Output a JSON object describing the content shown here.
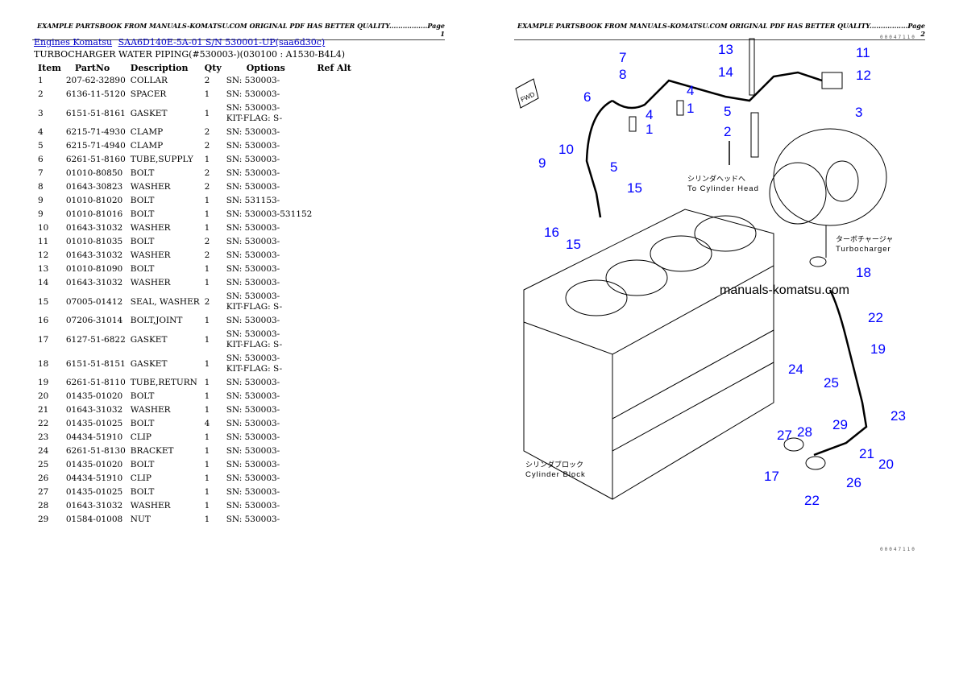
{
  "page1_header": "EXAMPLE PARTSBOOK FROM MANUALS-KOMATSU.COM ORIGINAL PDF HAS BETTER QUALITY.................Page 1",
  "page2_header": "EXAMPLE PARTSBOOK FROM MANUALS-KOMATSU.COM ORIGINAL PDF HAS BETTER QUALITY.................Page 2",
  "breadcrumb": [
    {
      "label": "Engines Komatsu"
    },
    {
      "label": "SAA6D140E-5A-01 S/N 530001-UP(saa6d30c)"
    }
  ],
  "subtitle": "TURBOCHARGER WATER PIPING(#530003-)(030100 : A1530-B4L4)",
  "table": {
    "headers": [
      "Item",
      "PartNo",
      "Description",
      "Qty",
      "Options",
      "Ref Alt"
    ],
    "rows": [
      {
        "item": "1",
        "part": "207-62-32890",
        "desc": "COLLAR",
        "qty": "2",
        "opt": [
          "SN: 530003-"
        ]
      },
      {
        "item": "2",
        "part": "6136-11-5120",
        "desc": "SPACER",
        "qty": "1",
        "opt": [
          "SN: 530003-"
        ]
      },
      {
        "item": "3",
        "part": "6151-51-8161",
        "desc": "GASKET",
        "qty": "1",
        "opt": [
          "SN: 530003-",
          "KIT-FLAG: S-"
        ]
      },
      {
        "item": "4",
        "part": "6215-71-4930",
        "desc": "CLAMP",
        "qty": "2",
        "opt": [
          "SN: 530003-"
        ]
      },
      {
        "item": "5",
        "part": "6215-71-4940",
        "desc": "CLAMP",
        "qty": "2",
        "opt": [
          "SN: 530003-"
        ]
      },
      {
        "item": "6",
        "part": "6261-51-8160",
        "desc": "TUBE,SUPPLY",
        "qty": "1",
        "opt": [
          "SN: 530003-"
        ]
      },
      {
        "item": "7",
        "part": "01010-80850",
        "desc": "BOLT",
        "qty": "2",
        "opt": [
          "SN: 530003-"
        ]
      },
      {
        "item": "8",
        "part": "01643-30823",
        "desc": "WASHER",
        "qty": "2",
        "opt": [
          "SN: 530003-"
        ]
      },
      {
        "item": "9",
        "part": "01010-81020",
        "desc": "BOLT",
        "qty": "1",
        "opt": [
          "SN: 531153-"
        ]
      },
      {
        "item": "9",
        "part": "01010-81016",
        "desc": "BOLT",
        "qty": "1",
        "opt": [
          "SN: 530003-531152"
        ]
      },
      {
        "item": "10",
        "part": "01643-31032",
        "desc": "WASHER",
        "qty": "1",
        "opt": [
          "SN: 530003-"
        ]
      },
      {
        "item": "11",
        "part": "01010-81035",
        "desc": "BOLT",
        "qty": "2",
        "opt": [
          "SN: 530003-"
        ]
      },
      {
        "item": "12",
        "part": "01643-31032",
        "desc": "WASHER",
        "qty": "2",
        "opt": [
          "SN: 530003-"
        ]
      },
      {
        "item": "13",
        "part": "01010-81090",
        "desc": "BOLT",
        "qty": "1",
        "opt": [
          "SN: 530003-"
        ]
      },
      {
        "item": "14",
        "part": "01643-31032",
        "desc": "WASHER",
        "qty": "1",
        "opt": [
          "SN: 530003-"
        ]
      },
      {
        "item": "15",
        "part": "07005-01412",
        "desc": "SEAL, WASHER",
        "qty": "2",
        "opt": [
          "SN: 530003-",
          "KIT-FLAG: S-"
        ]
      },
      {
        "item": "16",
        "part": "07206-31014",
        "desc": "BOLT,JOINT",
        "qty": "1",
        "opt": [
          "SN: 530003-"
        ]
      },
      {
        "item": "17",
        "part": "6127-51-6822",
        "desc": "GASKET",
        "qty": "1",
        "opt": [
          "SN: 530003-",
          "KIT-FLAG: S-"
        ]
      },
      {
        "item": "18",
        "part": "6151-51-8151",
        "desc": "GASKET",
        "qty": "1",
        "opt": [
          "SN: 530003-",
          "KIT-FLAG: S-"
        ]
      },
      {
        "item": "19",
        "part": "6261-51-8110",
        "desc": "TUBE,RETURN",
        "qty": "1",
        "opt": [
          "SN: 530003-"
        ]
      },
      {
        "item": "20",
        "part": "01435-01020",
        "desc": "BOLT",
        "qty": "1",
        "opt": [
          "SN: 530003-"
        ]
      },
      {
        "item": "21",
        "part": "01643-31032",
        "desc": "WASHER",
        "qty": "1",
        "opt": [
          "SN: 530003-"
        ]
      },
      {
        "item": "22",
        "part": "01435-01025",
        "desc": "BOLT",
        "qty": "4",
        "opt": [
          "SN: 530003-"
        ]
      },
      {
        "item": "23",
        "part": "04434-51910",
        "desc": "CLIP",
        "qty": "1",
        "opt": [
          "SN: 530003-"
        ]
      },
      {
        "item": "24",
        "part": "6261-51-8130",
        "desc": "BRACKET",
        "qty": "1",
        "opt": [
          "SN: 530003-"
        ]
      },
      {
        "item": "25",
        "part": "01435-01020",
        "desc": "BOLT",
        "qty": "1",
        "opt": [
          "SN: 530003-"
        ]
      },
      {
        "item": "26",
        "part": "04434-51910",
        "desc": "CLIP",
        "qty": "1",
        "opt": [
          "SN: 530003-"
        ]
      },
      {
        "item": "27",
        "part": "01435-01025",
        "desc": "BOLT",
        "qty": "1",
        "opt": [
          "SN: 530003-"
        ]
      },
      {
        "item": "28",
        "part": "01643-31032",
        "desc": "WASHER",
        "qty": "1",
        "opt": [
          "SN: 530003-"
        ]
      },
      {
        "item": "29",
        "part": "01584-01008",
        "desc": "NUT",
        "qty": "1",
        "opt": [
          "SN: 530003-"
        ]
      }
    ]
  },
  "diagram": {
    "code_top": "00047110",
    "code_bottom": "00047110",
    "fwd_label": "FWD",
    "to_head_jp": "シリンダヘッドへ",
    "to_head_en": "To Cylinder Head",
    "turbo_jp": "ターボチャージャ",
    "turbo_en": "Turbocharger",
    "block_jp": "シリンダブロック",
    "block_en": "Cylinder Block",
    "watermark": "manuals-komatsu.com",
    "callout_color": "#0000ff",
    "callouts": [
      "7",
      "8",
      "6",
      "4",
      "1",
      "4",
      "1",
      "13",
      "14",
      "5",
      "2",
      "11",
      "12",
      "3",
      "10",
      "9",
      "5",
      "15",
      "16",
      "15",
      "18",
      "22",
      "19",
      "24",
      "25",
      "29",
      "28",
      "27",
      "23",
      "21",
      "20",
      "17",
      "26",
      "22"
    ]
  }
}
